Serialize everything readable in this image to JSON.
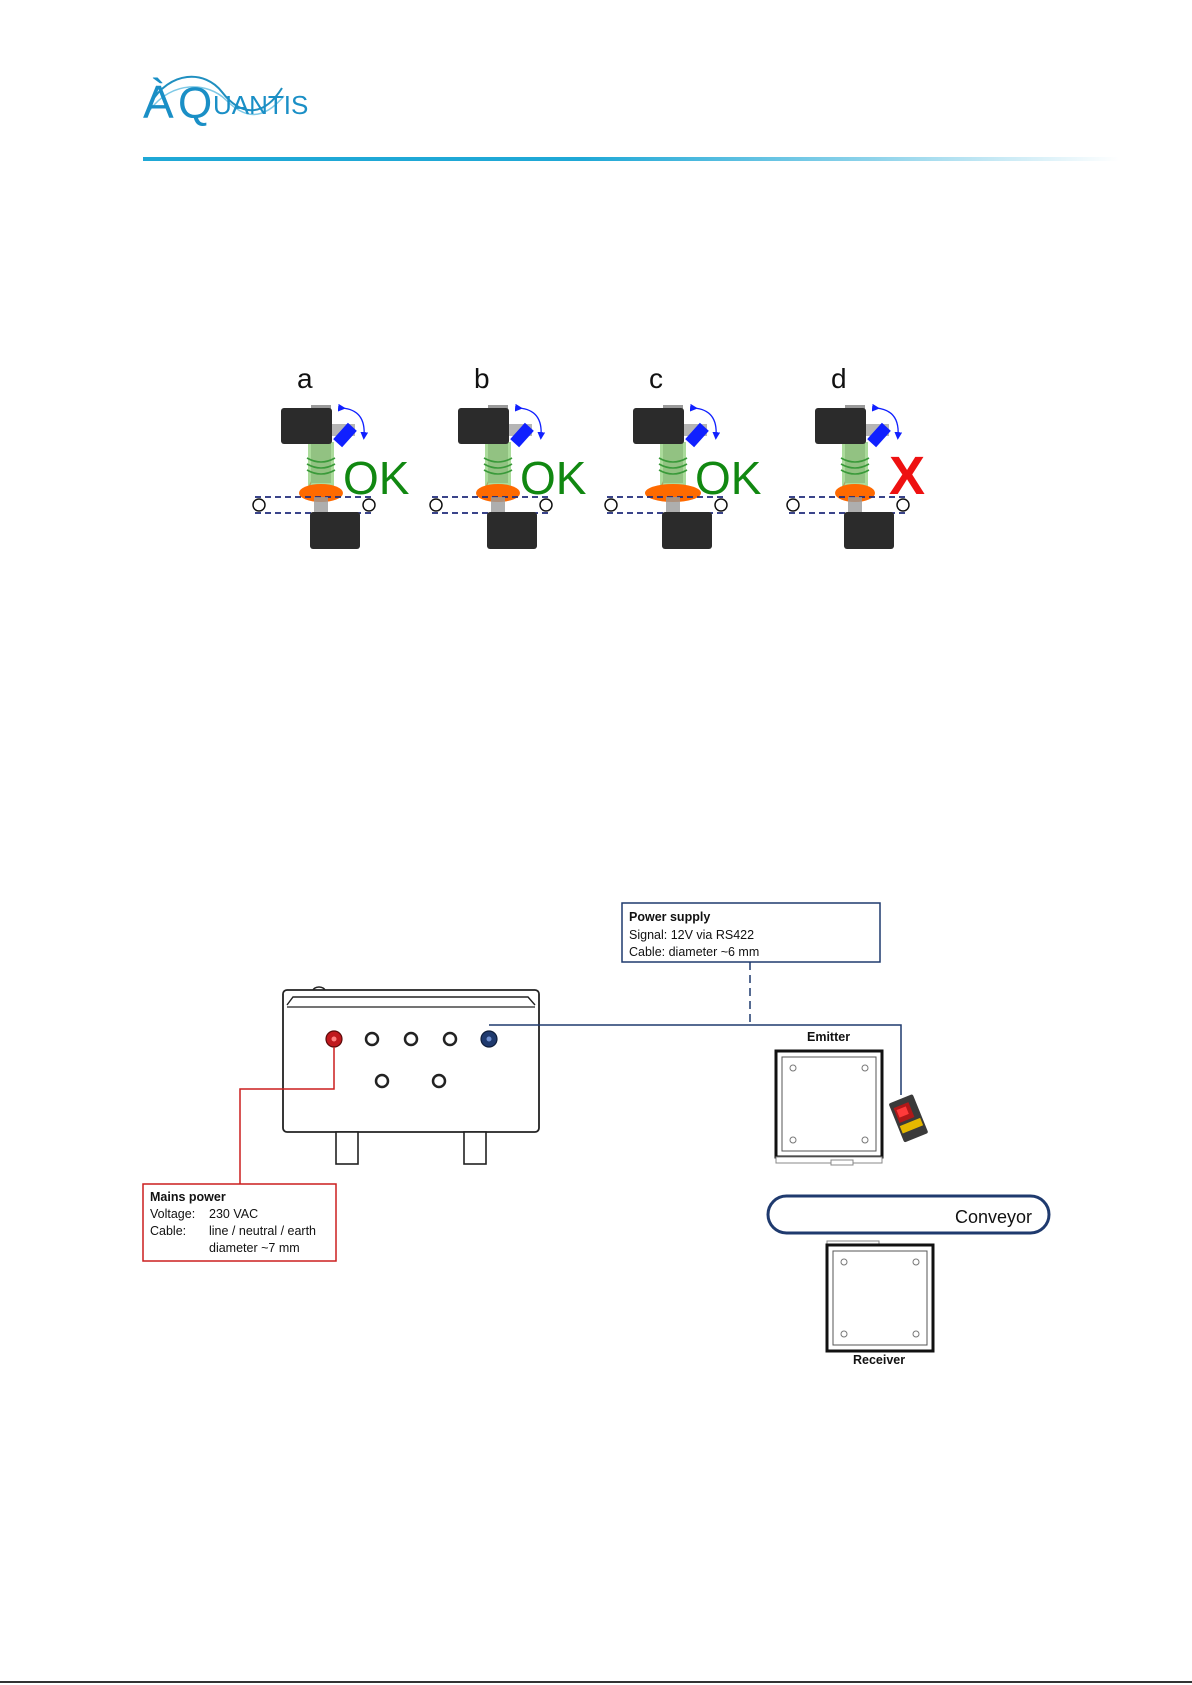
{
  "logo": {
    "text_lead": "À",
    "text_q": "Q",
    "text_rest": "UANTIS"
  },
  "colors": {
    "accent": "#1fa8d6",
    "ok": "#118811",
    "fail": "#ee1111",
    "product": "#ff6a00",
    "laser": "#1020ff",
    "device": "#2b2b2b",
    "mains": "#cc1f1f",
    "signal": "#1f3a6e"
  },
  "scenarios": [
    {
      "label": "a",
      "result": "OK"
    },
    {
      "label": "b",
      "result": "OK"
    },
    {
      "label": "c",
      "result": "OK"
    },
    {
      "label": "d",
      "result": "X"
    }
  ],
  "installation": {
    "power_supply": {
      "title": "Power supply",
      "signal": "Signal:  12V via RS422",
      "cable": "Cable:  diameter ~6 mm"
    },
    "mains_power": {
      "title": "Mains power",
      "voltage_label": "Voltage:",
      "voltage_value": "230 VAC",
      "cable_label": "Cable:",
      "cable_value_1": "line / neutral / earth",
      "cable_value_2": "diameter ~7 mm"
    },
    "emitter_label": "Emitter",
    "receiver_label": "Receiver",
    "conveyor_label": "Conveyor"
  }
}
